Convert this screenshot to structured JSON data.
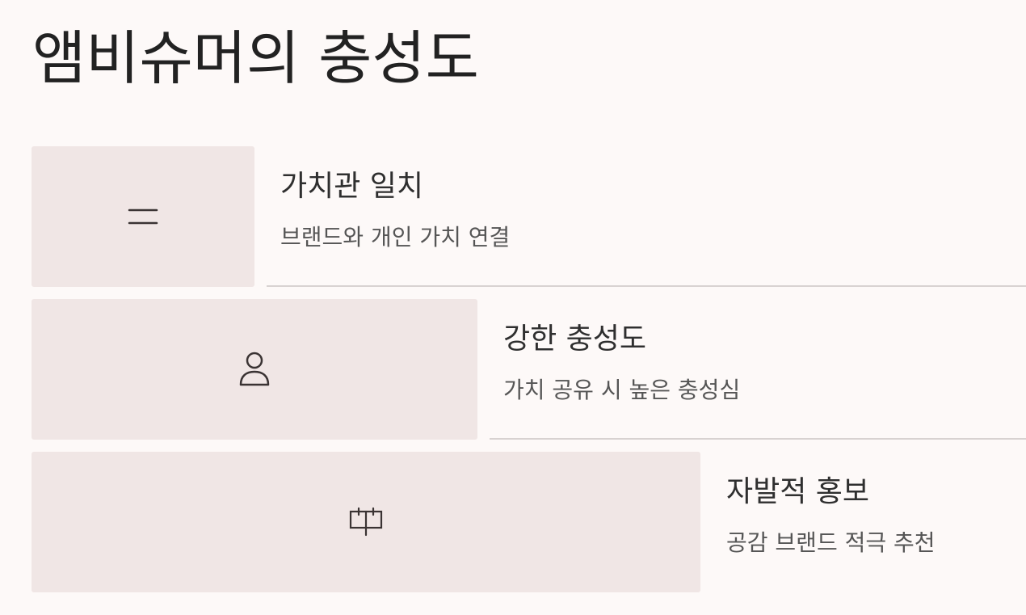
{
  "title": "앰비슈머의 충성도",
  "steps": [
    {
      "heading": "가치관 일치",
      "description": "브랜드와 개인 가치 연결",
      "icon": "equals-icon"
    },
    {
      "heading": "강한 충성도",
      "description": "가치 공유 시 높은 충성심",
      "icon": "person-icon"
    },
    {
      "heading": "자발적 홍보",
      "description": "공감 브랜드 적극 추천",
      "icon": "billboard-icon"
    }
  ],
  "colors": {
    "background": "#fdf9f8",
    "box": "#f0e6e5",
    "divider": "#d8d2d1",
    "text": "#2f2f2f",
    "icon": "#3a3333"
  }
}
